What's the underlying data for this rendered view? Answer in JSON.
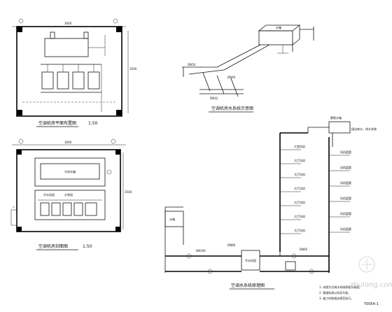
{
  "drawings": {
    "plan1": {
      "title": "空调机房平面布置图",
      "scale": "1:50",
      "dim_top": "3000",
      "dim_right": "3500"
    },
    "iso": {
      "title": "空调机房水系统示意图",
      "tank_label": "水箱",
      "tags": [
        "DN50",
        "DN40",
        "DN32"
      ]
    },
    "plan2": {
      "title": "空调机房剖面图",
      "scale": "1:50",
      "dim_top": "3000",
      "dim_right": "3500",
      "labels": [
        "冷却水箱",
        "冷水机组",
        "水泵组"
      ]
    },
    "riser": {
      "title": "空调水系统原理图",
      "tank": "水箱",
      "chiller": "冷水机组",
      "top_box": "膨胀水箱",
      "top_note": "接自来水、排水系统",
      "pipe_tags": [
        "DN100",
        "DN80",
        "DN65"
      ],
      "floors_left": [
        "大堂风机",
        "大厅风机",
        "大厅风机",
        "大厅风机",
        "大厅风机",
        "大厅风机",
        "大厅风机"
      ],
      "floors_right": [
        "风机盘管",
        "风机盘管",
        "风机盘管",
        "风机盘管",
        "风机盘管",
        "风机盘管"
      ],
      "notes": [
        "1. 本图为空调水系统原理示意图。",
        "2. 管道标高以实际为准。",
        "3. 施工时按相关规范执行。"
      ]
    },
    "drawing_no": "T0054-1"
  },
  "watermark": "zhulong.com"
}
